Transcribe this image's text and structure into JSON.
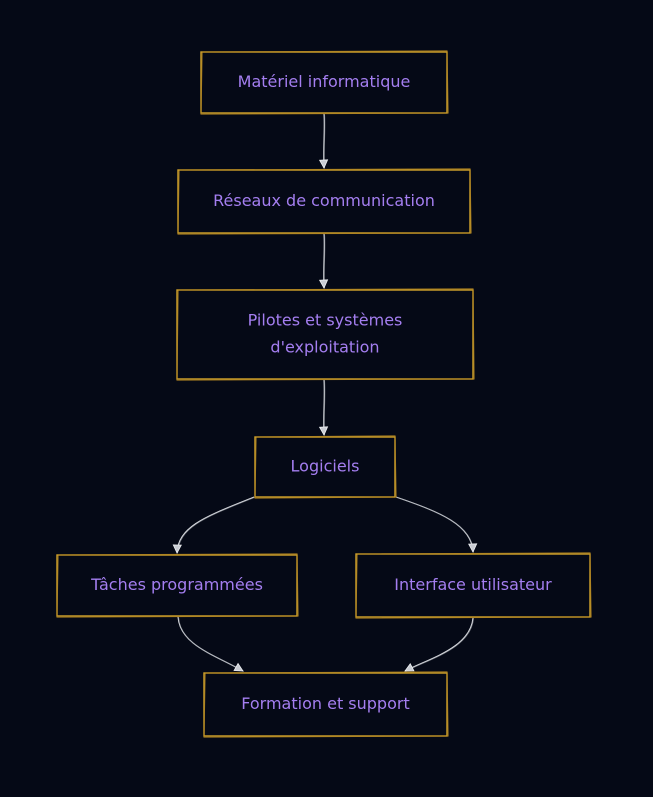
{
  "diagram": {
    "type": "flowchart",
    "direction": "top-to-bottom",
    "colors": {
      "background": "#050916",
      "node_border": "#d4a52c",
      "node_text": "#a47ef0",
      "edge": "#d9dbe0"
    },
    "nodes": [
      {
        "id": "materiel",
        "lines": [
          "Matériel informatique"
        ]
      },
      {
        "id": "reseaux",
        "lines": [
          "Réseaux de communication"
        ]
      },
      {
        "id": "pilotes",
        "lines": [
          "Pilotes et systèmes",
          "d'exploitation"
        ]
      },
      {
        "id": "logiciels",
        "lines": [
          "Logiciels"
        ]
      },
      {
        "id": "taches",
        "lines": [
          "Tâches programmées"
        ]
      },
      {
        "id": "interface",
        "lines": [
          "Interface utilisateur"
        ]
      },
      {
        "id": "formation",
        "lines": [
          "Formation et support"
        ]
      }
    ],
    "edges": [
      {
        "from": "materiel",
        "to": "reseaux"
      },
      {
        "from": "reseaux",
        "to": "pilotes"
      },
      {
        "from": "pilotes",
        "to": "logiciels"
      },
      {
        "from": "logiciels",
        "to": "taches"
      },
      {
        "from": "logiciels",
        "to": "interface"
      },
      {
        "from": "taches",
        "to": "formation"
      },
      {
        "from": "interface",
        "to": "formation"
      }
    ]
  }
}
